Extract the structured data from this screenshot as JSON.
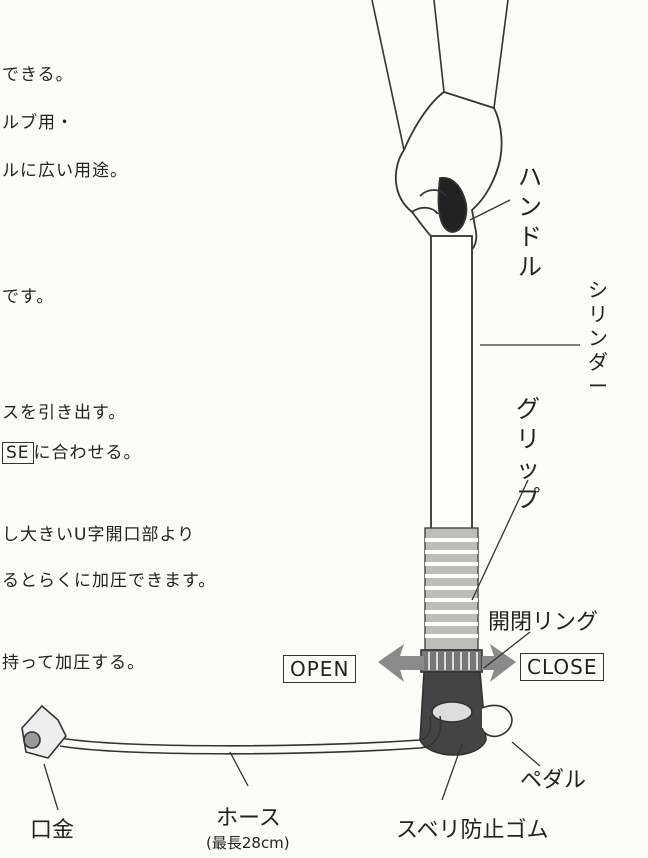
{
  "text_lines": {
    "l1": "できる。",
    "l2": "ルブ用・",
    "l3": "ルに広い用途。",
    "l4": "です。",
    "l5": "スを引き出す。",
    "l6_box": "SE",
    "l6_rest": "に合わせる。",
    "l7": "し大きいU字開口部より",
    "l8": "るとらくに加圧できます。",
    "l9": "持って加圧する。"
  },
  "labels": {
    "handle": "ハンドル",
    "cylinder": "シリンダー",
    "grip": "グリップ",
    "ring": "開閉リング",
    "open": "OPEN",
    "close": "CLOSE",
    "pedal": "ペダル",
    "nozzle": "口金",
    "hose": "ホース",
    "hose_note": "(最長28cm)",
    "rubber": "スベリ防止ゴム"
  }
}
